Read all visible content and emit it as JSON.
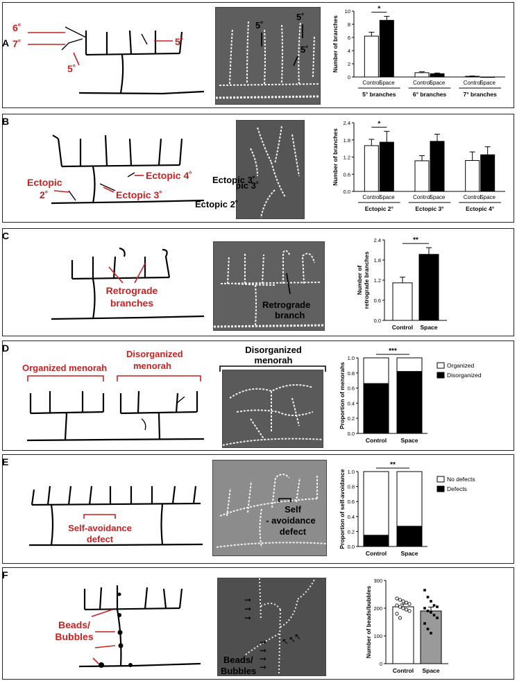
{
  "panels": [
    {
      "letter": "A",
      "diagram_labels": [
        "6˚",
        "7˚",
        "5˚",
        "5˚"
      ],
      "micro_labels": [
        "5˚",
        "5˚",
        "5˚"
      ],
      "chart": {
        "type": "bar",
        "ylabel": "Number of branches",
        "yticks": [
          "0",
          "2",
          "4",
          "6",
          "8",
          "10"
        ],
        "ylim": [
          0,
          10
        ],
        "groups": [
          {
            "name": "5° branches",
            "categories": [
              "Control",
              "Space"
            ],
            "values": [
              6.2,
              8.6
            ],
            "errors": [
              0.6,
              0.6
            ]
          },
          {
            "name": "6° branches",
            "categories": [
              "Control",
              "Space"
            ],
            "values": [
              0.65,
              0.5
            ],
            "errors": [
              0.15,
              0.1
            ]
          },
          {
            "name": "7° branches",
            "categories": [
              "Control",
              "Space"
            ],
            "values": [
              0.1,
              0.0
            ],
            "errors": [
              0.05,
              0.0
            ]
          }
        ],
        "significance": [
          "*"
        ]
      }
    },
    {
      "letter": "B",
      "diagram_labels": [
        "Ectopic 4˚",
        "Ectopic",
        "2˚",
        "Ectopic 3˚"
      ],
      "micro_labels": [
        "Ectopic 3˚",
        "Ectopic 2˚"
      ],
      "chart": {
        "type": "bar",
        "ylabel": "Number of branches",
        "yticks": [
          "0.0",
          "0.6",
          "1.2",
          "1.8",
          "2.4"
        ],
        "ylim": [
          0,
          2.4
        ],
        "groups": [
          {
            "name": "Ectopic 2°",
            "categories": [
              "Control",
              "Space"
            ],
            "values": [
              1.6,
              1.72
            ],
            "errors": [
              0.22,
              0.38
            ]
          },
          {
            "name": "Ectopic 3°",
            "categories": [
              "Control",
              "Space"
            ],
            "values": [
              1.07,
              1.75
            ],
            "errors": [
              0.18,
              0.25
            ]
          },
          {
            "name": "Ectopic 4°",
            "categories": [
              "Control",
              "Space"
            ],
            "values": [
              1.08,
              1.28
            ],
            "errors": [
              0.3,
              0.28
            ]
          }
        ],
        "significance": [
          "*"
        ]
      }
    },
    {
      "letter": "C",
      "diagram_labels": [
        "Retrograde",
        "branches"
      ],
      "micro_labels": [
        "Retrograde",
        "branch"
      ],
      "chart": {
        "type": "bar",
        "ylabel": [
          "Number of",
          "retrograde branches"
        ],
        "yticks": [
          "0.0",
          "0.6",
          "1.2",
          "1.8",
          "2.4"
        ],
        "ylim": [
          0,
          2.4
        ],
        "categories": [
          "Control",
          "Space"
        ],
        "values": [
          1.12,
          1.97
        ],
        "errors": [
          0.17,
          0.2
        ],
        "significance": [
          "**"
        ]
      }
    },
    {
      "letter": "D",
      "diagram_labels": [
        "Organized menorah",
        "Disorganized",
        "menorah"
      ],
      "micro_labels": [
        "Disorganized",
        "menorah"
      ],
      "chart": {
        "type": "stacked-bar",
        "ylabel": "Proportion of menorahs",
        "yticks": [
          "0.0",
          "0.2",
          "0.4",
          "0.6",
          "0.8",
          "1.0"
        ],
        "ylim": [
          0,
          1
        ],
        "categories": [
          "Control",
          "Space"
        ],
        "series": [
          {
            "name": "Organized",
            "values": [
              0.34,
              0.18
            ]
          },
          {
            "name": "Disorganized",
            "values": [
              0.66,
              0.82
            ]
          }
        ],
        "significance": [
          "***"
        ]
      }
    },
    {
      "letter": "E",
      "diagram_labels": [
        "Self-avoidance",
        "defect"
      ],
      "micro_labels": [
        "Self",
        "- avoidance",
        "defect"
      ],
      "chart": {
        "type": "stacked-bar",
        "ylabel": "Proportion of self-avoidance",
        "yticks": [
          "0.0",
          "0.2",
          "0.4",
          "0.6",
          "0.8",
          "1.0"
        ],
        "ylim": [
          0,
          1
        ],
        "categories": [
          "Control",
          "Space"
        ],
        "series": [
          {
            "name": "No defects",
            "values": [
              0.85,
              0.73
            ]
          },
          {
            "name": "Defects",
            "values": [
              0.15,
              0.27
            ]
          }
        ],
        "significance": [
          "**"
        ]
      }
    },
    {
      "letter": "F",
      "diagram_labels": [
        "Beads/",
        "Bubbles"
      ],
      "micro_labels": [
        "Beads/",
        "Bubbles"
      ],
      "chart": {
        "type": "bar-dot",
        "ylabel": "Number of beads/bubbles",
        "yticks": [
          "0",
          "100",
          "200",
          "300"
        ],
        "ylim": [
          0,
          300
        ],
        "categories": [
          "Control",
          "Space"
        ],
        "values": [
          205,
          190
        ],
        "errors": [
          10,
          14
        ],
        "points": [
          [
            235,
            230,
            225,
            220,
            215,
            210,
            205,
            200,
            195,
            190,
            180,
            165
          ],
          [
            265,
            240,
            225,
            210,
            205,
            200,
            190,
            185,
            175,
            165,
            145,
            125,
            110
          ]
        ],
        "colors": {
          "control": "#ffffff",
          "space": "#9a9a9a"
        }
      }
    }
  ]
}
